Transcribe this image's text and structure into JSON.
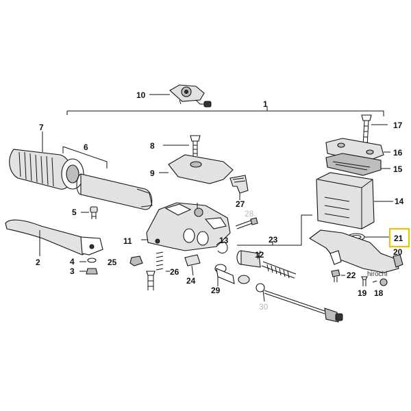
{
  "labels": {
    "l1": "1",
    "l2": "2",
    "l3": "3",
    "l4": "4",
    "l5": "5",
    "l6": "6",
    "l7": "7",
    "l8": "8",
    "l9": "9",
    "l10": "10",
    "l11": "11",
    "l12": "12",
    "l13": "13",
    "l14": "14",
    "l15": "15",
    "l16": "16",
    "l17": "17",
    "l18": "18",
    "l19": "19",
    "l20": "20",
    "l21": "21",
    "l22": "22",
    "l23": "23",
    "l24": "24",
    "l25": "25",
    "l26": "26",
    "l27": "27",
    "l28": "28",
    "l29": "29",
    "l30": "30"
  },
  "watermark": "hirochi",
  "colors": {
    "highlight": "#e8c400",
    "ink": "#111111",
    "ghost": "#b8b8b8"
  }
}
